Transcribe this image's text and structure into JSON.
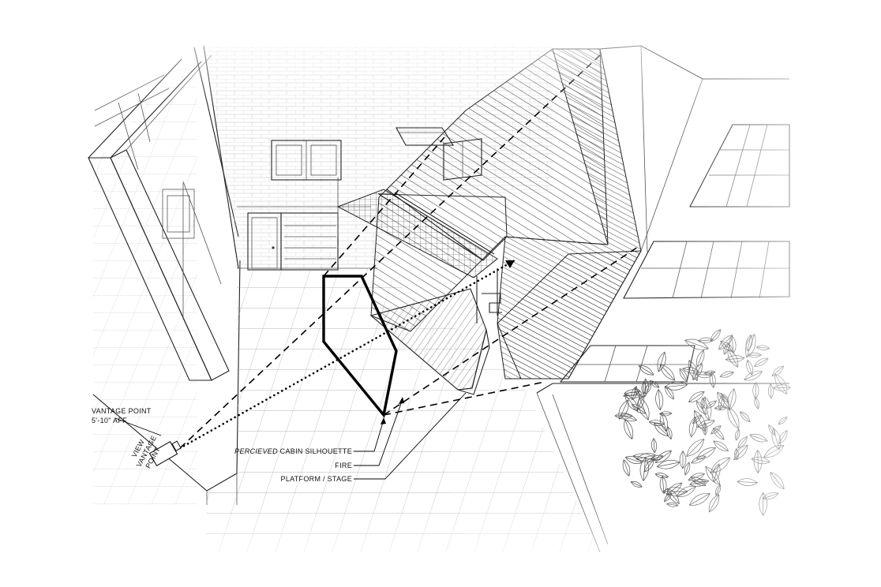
{
  "labels": {
    "vantage_point_line1": "VANTAGE POINT",
    "vantage_point_line2": "5'-10\" AFF",
    "view_vantage_line1": "VIEW",
    "view_vantage_line2": "VANTAGE",
    "view_vantage_line3": "POINT",
    "perceived_italic": "PERCIEVED",
    "perceived_rest": " CABIN SILHOUETTE",
    "fire": "FIRE",
    "platform": "PLATFORM / STAGE"
  }
}
